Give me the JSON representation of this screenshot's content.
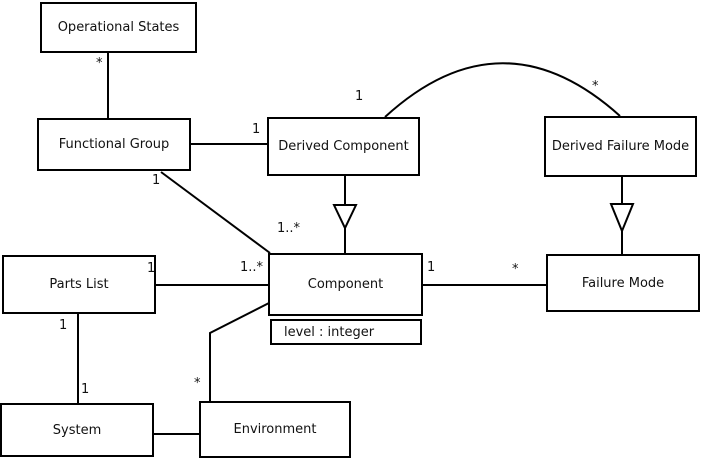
{
  "diagram": {
    "type": "uml-class-diagram",
    "nodes": {
      "operational_states": "Operational States",
      "functional_group": "Functional Group",
      "derived_component": "Derived Component",
      "derived_failure_mode": "Derived Failure Mode",
      "parts_list": "Parts List",
      "component": "Component",
      "component_attribute": "level : integer",
      "failure_mode": "Failure Mode",
      "system": "System",
      "environment": "Environment"
    },
    "multiplicities": {
      "operational_states_functional_group": "*",
      "functional_group_derived_component": "1",
      "functional_group_component_one": "1",
      "functional_group_component_many": "1..*",
      "parts_list_component_one": "1",
      "parts_list_component_many": "1..*",
      "component_failure_mode_one": "1",
      "component_failure_mode_many": "*",
      "derived_component_arc": "1",
      "derived_failure_mode_arc": "*",
      "parts_list_system_upper": "1",
      "parts_list_system_lower": "1",
      "environment_component": "*"
    },
    "colors": {
      "line": "#000000",
      "box_border": "#000000",
      "box_fill": "#ffffff",
      "background": "#ffffff",
      "text": "#111111"
    }
  }
}
